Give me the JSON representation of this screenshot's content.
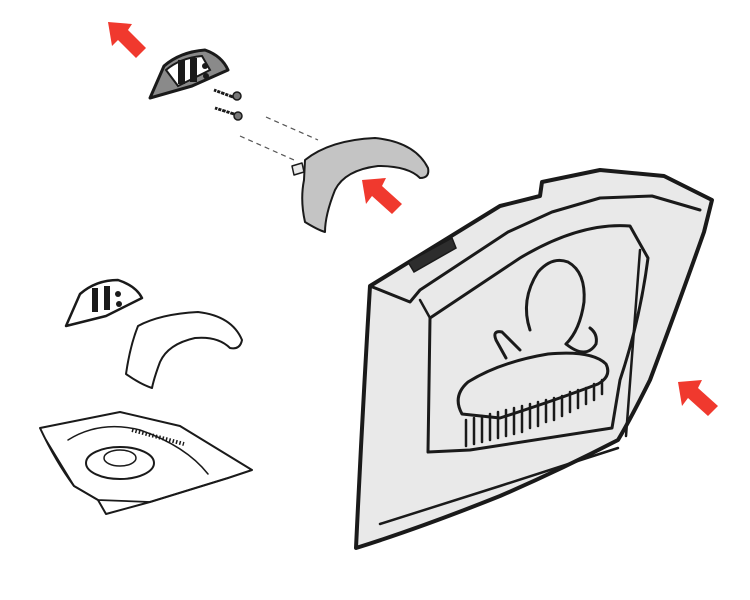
{
  "diagram": {
    "labels": [],
    "colors": {
      "arrow": "#f0392e",
      "outline": "#1a1a1a",
      "part_grey_dark": "#8a8a8a",
      "part_grey_mid": "#c4c4c4",
      "part_grey_light": "#e9e9e9",
      "part_white": "#ffffff",
      "dark_accent": "#2d2d2d"
    },
    "parts": [
      "clip-block-installed",
      "screws",
      "curved-cover-installed",
      "clip-block-detached",
      "curved-cover-detached",
      "holder-tray",
      "base-housing"
    ],
    "arrows": [
      "arrow-top-left",
      "arrow-cover",
      "arrow-right"
    ],
    "icons": [
      "brush-icon"
    ]
  }
}
